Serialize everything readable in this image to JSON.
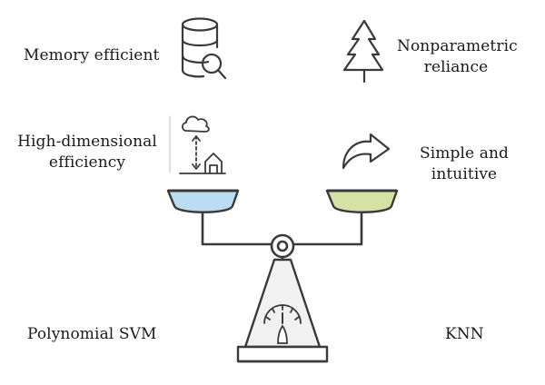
{
  "left_side": {
    "benefit_1": "Memory efficient",
    "benefit_2_line1": "High-dimensional",
    "benefit_2_line2": "efficiency",
    "model": "Polynomial SVM",
    "pan_color": "#bcdcf3"
  },
  "right_side": {
    "benefit_1_line1": "Nonparametric",
    "benefit_1_line2": "reliance",
    "benefit_2_line1": "Simple and",
    "benefit_2_line2": "intuitive",
    "model": "KNN",
    "pan_color": "#d6e1a6"
  },
  "icons": {
    "database_search": "database-search-icon",
    "tree": "tree-icon",
    "cloud_upload": "cloud-upload-icon",
    "redo_arrow": "redo-arrow-icon",
    "balance_scale": "balance-scale-icon"
  }
}
